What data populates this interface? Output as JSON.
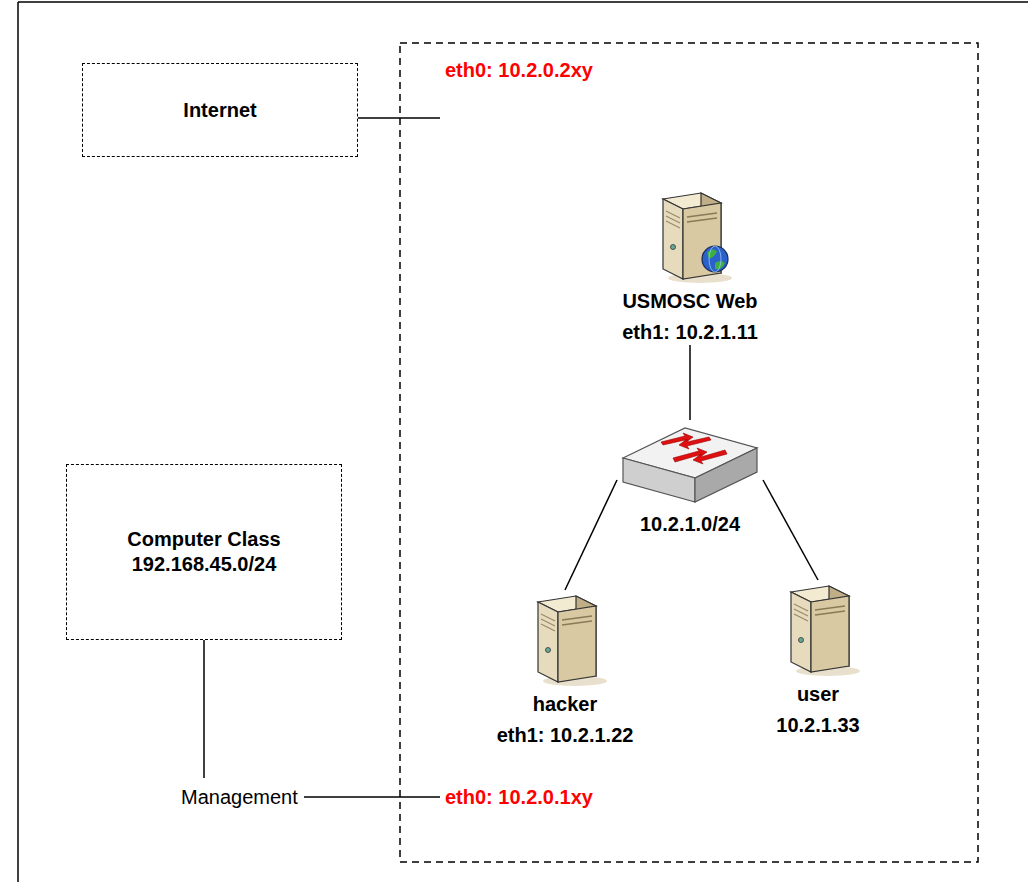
{
  "diagram": {
    "nodes": [
      {
        "text": [
          "Internet"
        ]
      },
      {
        "text": [
          "USMOSC Web",
          "eth1: 10.2.1.11"
        ]
      },
      {
        "text": [
          "10.2.1.0/24"
        ]
      },
      {
        "text": [
          "Computer Class",
          "192.168.45.0/24"
        ]
      },
      {
        "text": [
          "hacker",
          "eth1: 10.2.1.22"
        ]
      },
      {
        "text": [
          "user",
          "10.2.1.33"
        ]
      }
    ],
    "edges": [
      {
        "from": 1,
        "to": 2,
        "arrow": "none"
      },
      {
        "from": 2,
        "to": 4,
        "arrow": "none"
      },
      {
        "from": 2,
        "to": 5,
        "arrow": "none"
      }
    ],
    "labels": [
      "eth0: 10.2.0.2xy",
      "Management",
      "eth0: 10.2.0.1xy"
    ]
  }
}
